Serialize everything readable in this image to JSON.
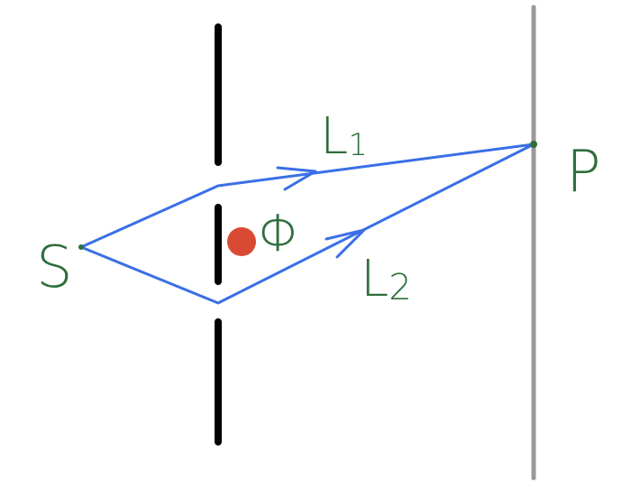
{
  "labels": {
    "source": "S",
    "point": "P",
    "path1": "L",
    "path1_sub": "1",
    "path2": "L",
    "path2_sub": "2",
    "flux": "Φ"
  },
  "colors": {
    "barrier": "#000000",
    "screen": "#999999",
    "rays": "#3a6fe6",
    "ink": "#2f6e3b",
    "flux_dot": "#d94a35"
  }
}
